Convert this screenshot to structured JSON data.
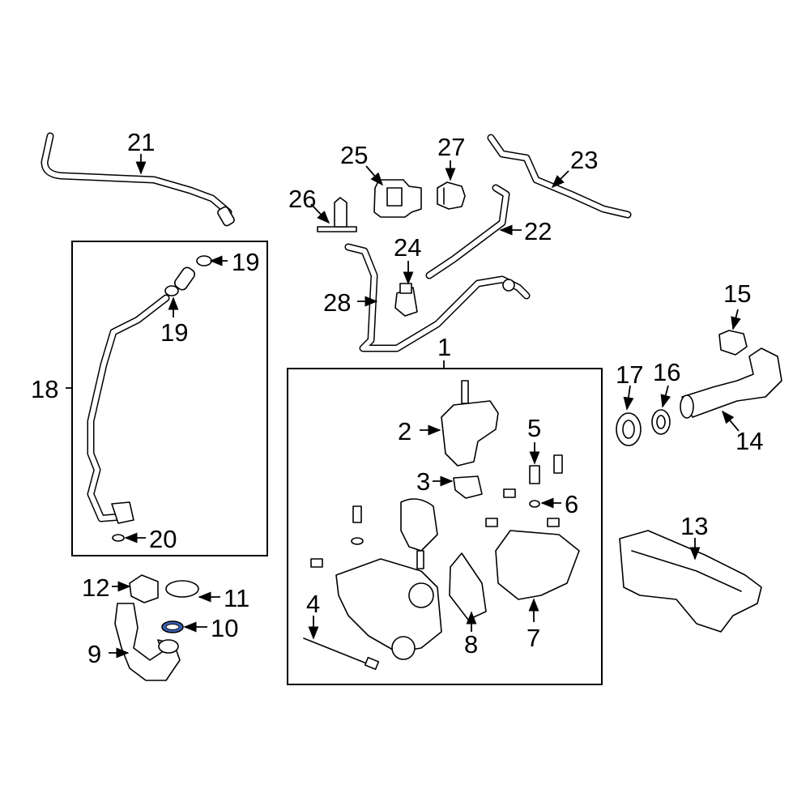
{
  "diagram": {
    "callouts": {
      "c1": "1",
      "c2": "2",
      "c3": "3",
      "c4": "4",
      "c5": "5",
      "c6": "6",
      "c7": "7",
      "c8": "8",
      "c9": "9",
      "c10": "10",
      "c11": "11",
      "c12": "12",
      "c13": "13",
      "c14": "14",
      "c15": "15",
      "c16": "16",
      "c17": "17",
      "c18": "18",
      "c19a": "19",
      "c19b": "19",
      "c20": "20",
      "c21": "21",
      "c22": "22",
      "c23": "23",
      "c24": "24",
      "c25": "25",
      "c26": "26",
      "c27": "27",
      "c28": "28"
    },
    "highlight_color": "#3b63b8",
    "highlighted_part": "10"
  }
}
